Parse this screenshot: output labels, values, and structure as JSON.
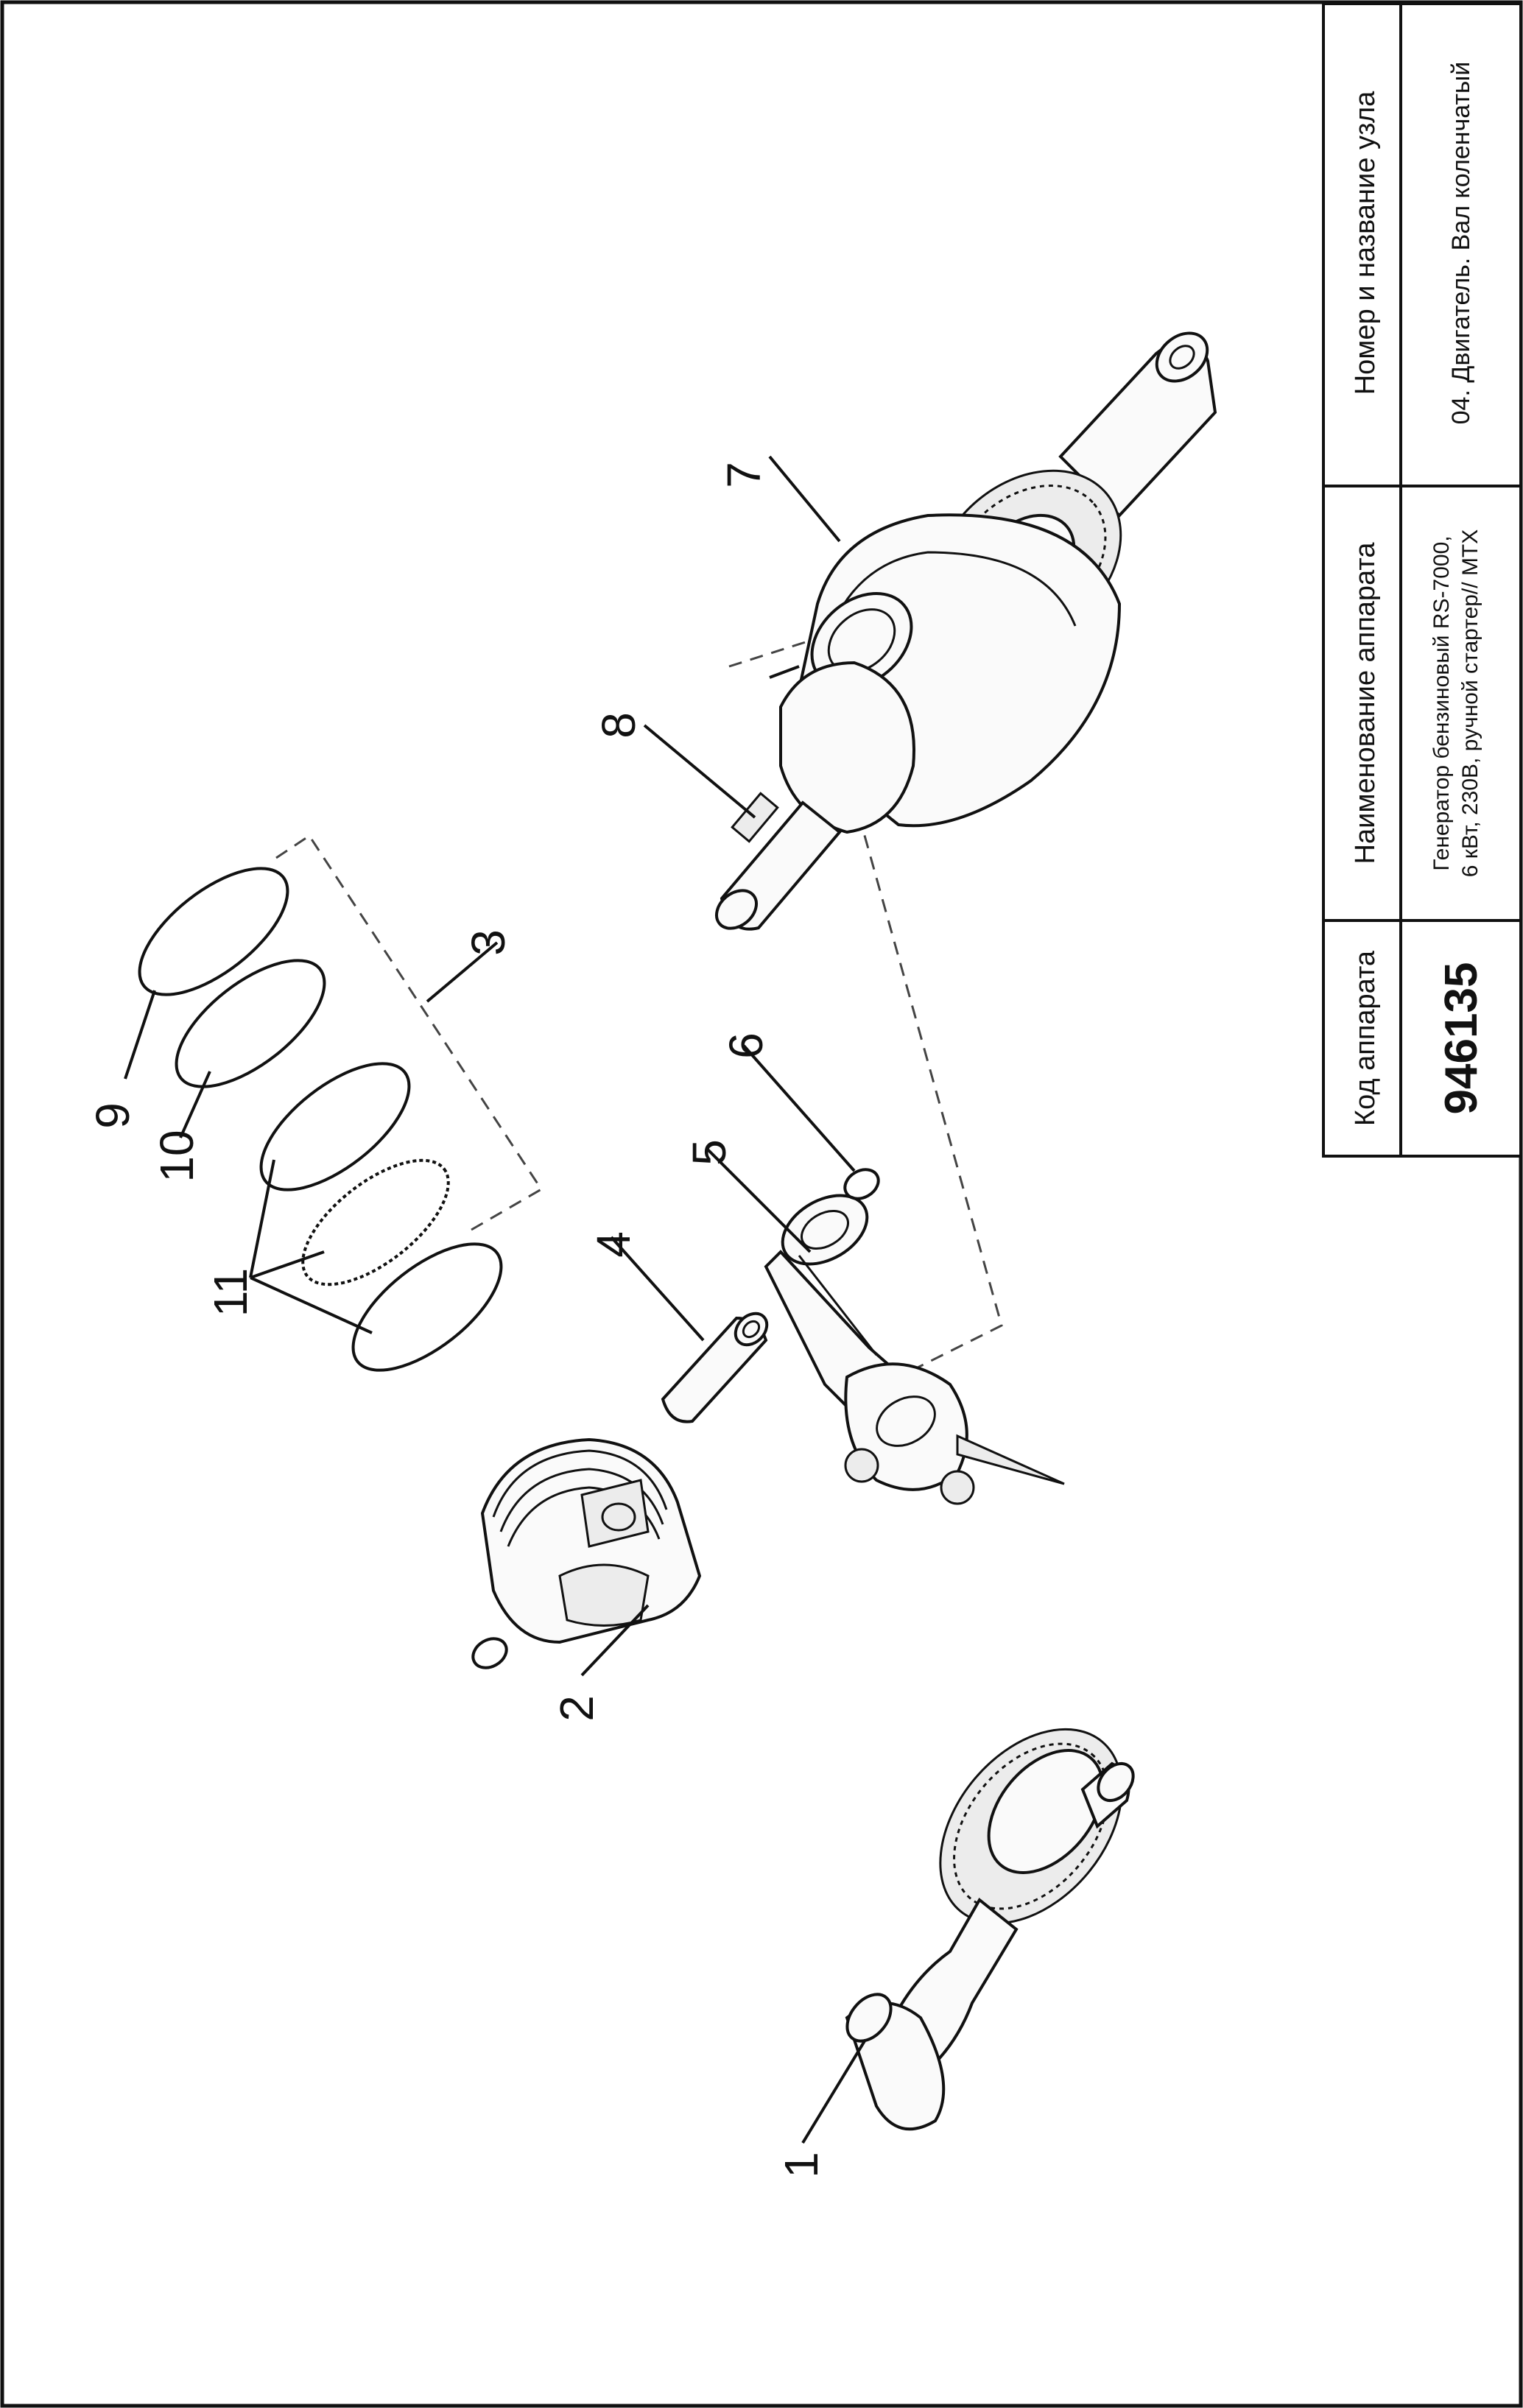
{
  "title_block": {
    "device_code_label": "Код аппарата",
    "device_code": "946135",
    "device_name_label": "Наименование аппарата",
    "device_name_line1": "Генератор бензиновый RS-7000,",
    "device_name_line2": "6 кВт, 230В, ручной стартер// MTX",
    "assembly_label": "Номер и название узла",
    "assembly_name": "04. Двигатель. Вал коленчатый"
  },
  "callouts": [
    {
      "id": "1",
      "label": "1"
    },
    {
      "id": "2",
      "label": "2"
    },
    {
      "id": "3",
      "label": "3"
    },
    {
      "id": "4",
      "label": "4"
    },
    {
      "id": "5",
      "label": "5"
    },
    {
      "id": "6",
      "label": "6"
    },
    {
      "id": "7",
      "label": "7"
    },
    {
      "id": "8",
      "label": "8"
    },
    {
      "id": "9",
      "label": "9"
    },
    {
      "id": "10",
      "label": "10"
    },
    {
      "id": "11",
      "label": "11"
    }
  ],
  "parts": {
    "camshaft_icon": "camshaft-icon",
    "piston_icon": "piston-icon",
    "piston_pin_icon": "piston-pin-icon",
    "connecting_rod_icon": "connecting-rod-icon",
    "crankshaft_icon": "crankshaft-icon",
    "ring_icon": "piston-ring-icon",
    "circlip_icon": "circlip-icon"
  }
}
